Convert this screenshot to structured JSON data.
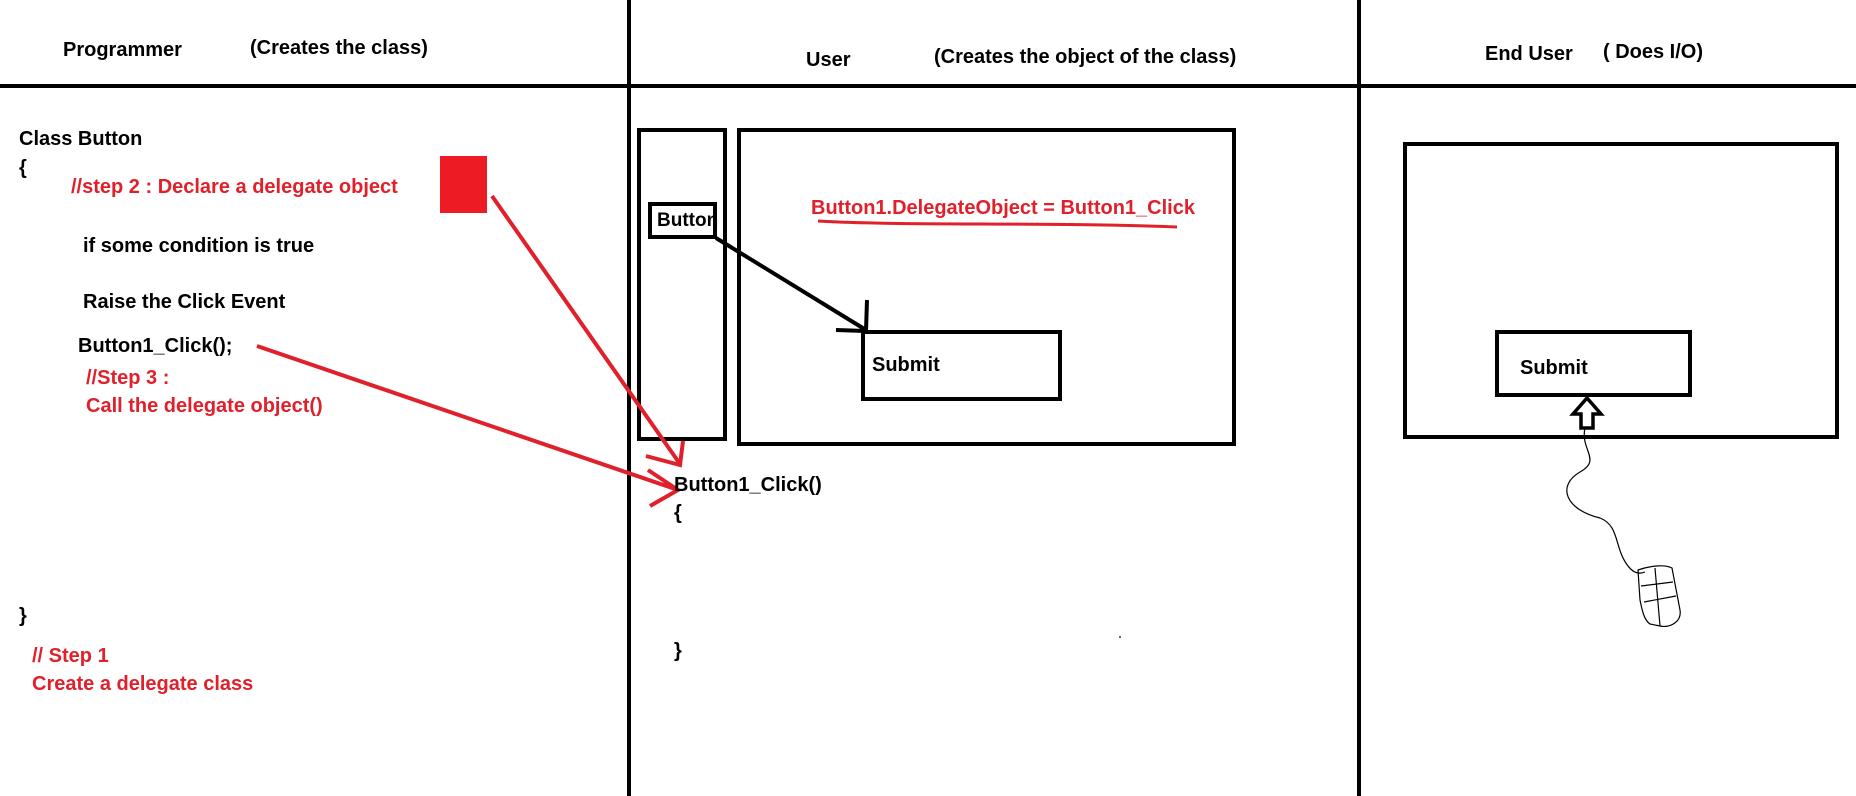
{
  "colors": {
    "ink": "#000000",
    "accent": "#e0202a",
    "square": "#ed1c24"
  },
  "headers": {
    "programmer": {
      "role": "Programmer",
      "note": "(Creates the class)"
    },
    "user": {
      "role": "User",
      "note": "(Creates the object of the class)"
    },
    "end_user": {
      "role": "End User",
      "note": "( Does I/O)"
    }
  },
  "programmer_code": {
    "class_decl": "Class Button",
    "open_brace": "{",
    "step2": "//step 2 : Declare a delegate object",
    "condition": "if some condition is true",
    "raise": "Raise the Click Event",
    "call": "Button1_Click();",
    "step3_line1": "//Step 3 :",
    "step3_line2": "Call the delegate object()",
    "close_brace": "}",
    "step1_line1": "// Step 1",
    "step1_line2": "Create a delegate class"
  },
  "user_panel": {
    "toolbox_button_label": "Button",
    "assignment": "Button1.DelegateObject = Button1_Click",
    "form_submit_label": "Submit",
    "handler_signature": "Button1_Click()",
    "handler_open": "{",
    "handler_close": "}"
  },
  "end_user_panel": {
    "submit_label": "Submit",
    "mouse_icon": "mouse-icon",
    "pointer_icon": "up-arrow-icon"
  }
}
